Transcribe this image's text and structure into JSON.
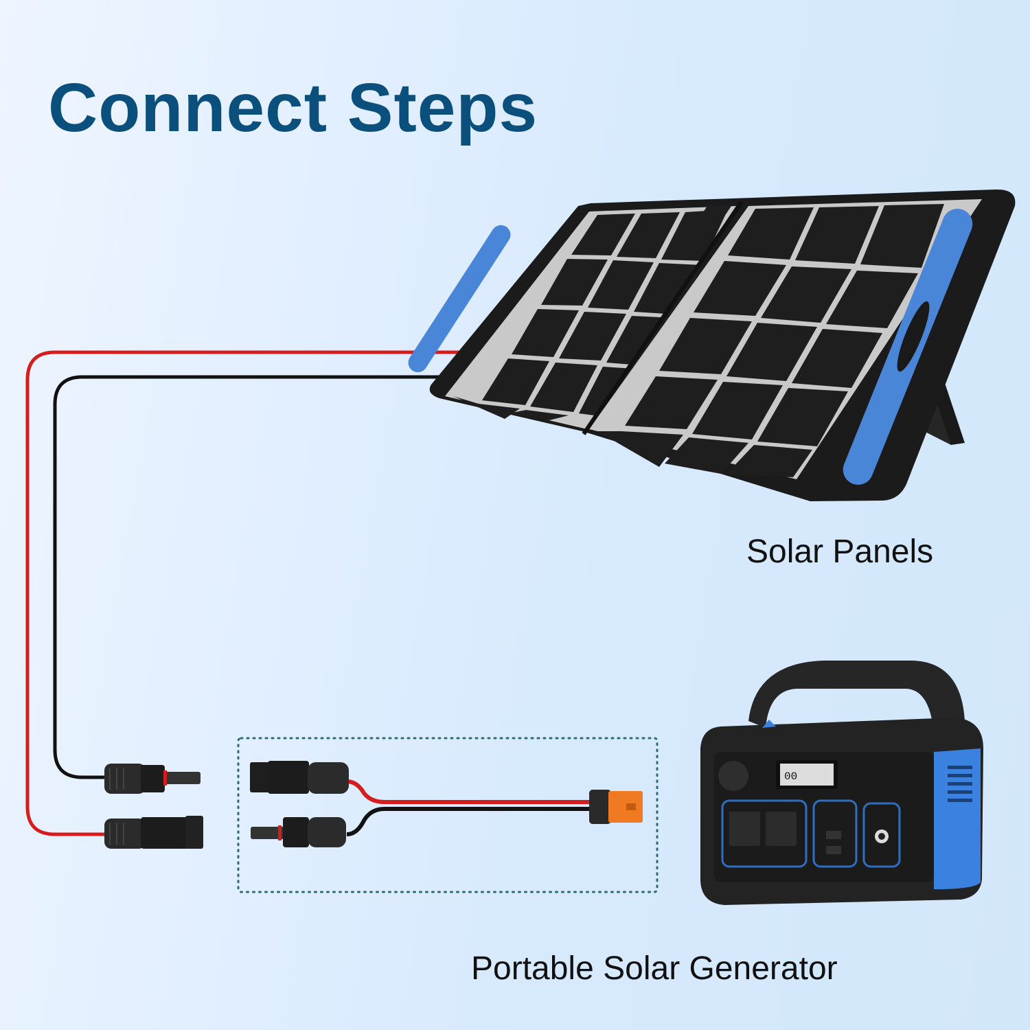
{
  "header": {
    "title": "Connect Steps"
  },
  "labels": {
    "solar_panels": "Solar Panels",
    "generator": "Portable Solar Generator"
  },
  "components": {
    "solar_panel": {
      "name": "Foldable solar panel",
      "frame_color": "#4a86d8",
      "cells_per_half": 16,
      "halves": 2
    },
    "mc4_input_pair": {
      "name": "MC4 connectors from panel",
      "wires": [
        "red",
        "black"
      ]
    },
    "adapter_cable": {
      "name": "MC4 to XT60 adapter cable",
      "connector_color": "#f07a21"
    },
    "power_station": {
      "name": "Portable power station",
      "accent_color": "#3b82e0"
    }
  },
  "colors": {
    "title": "#0b4f7c",
    "wire_red": "#d51d1d",
    "wire_black": "#111111",
    "dotted_border": "#2d6a78"
  }
}
